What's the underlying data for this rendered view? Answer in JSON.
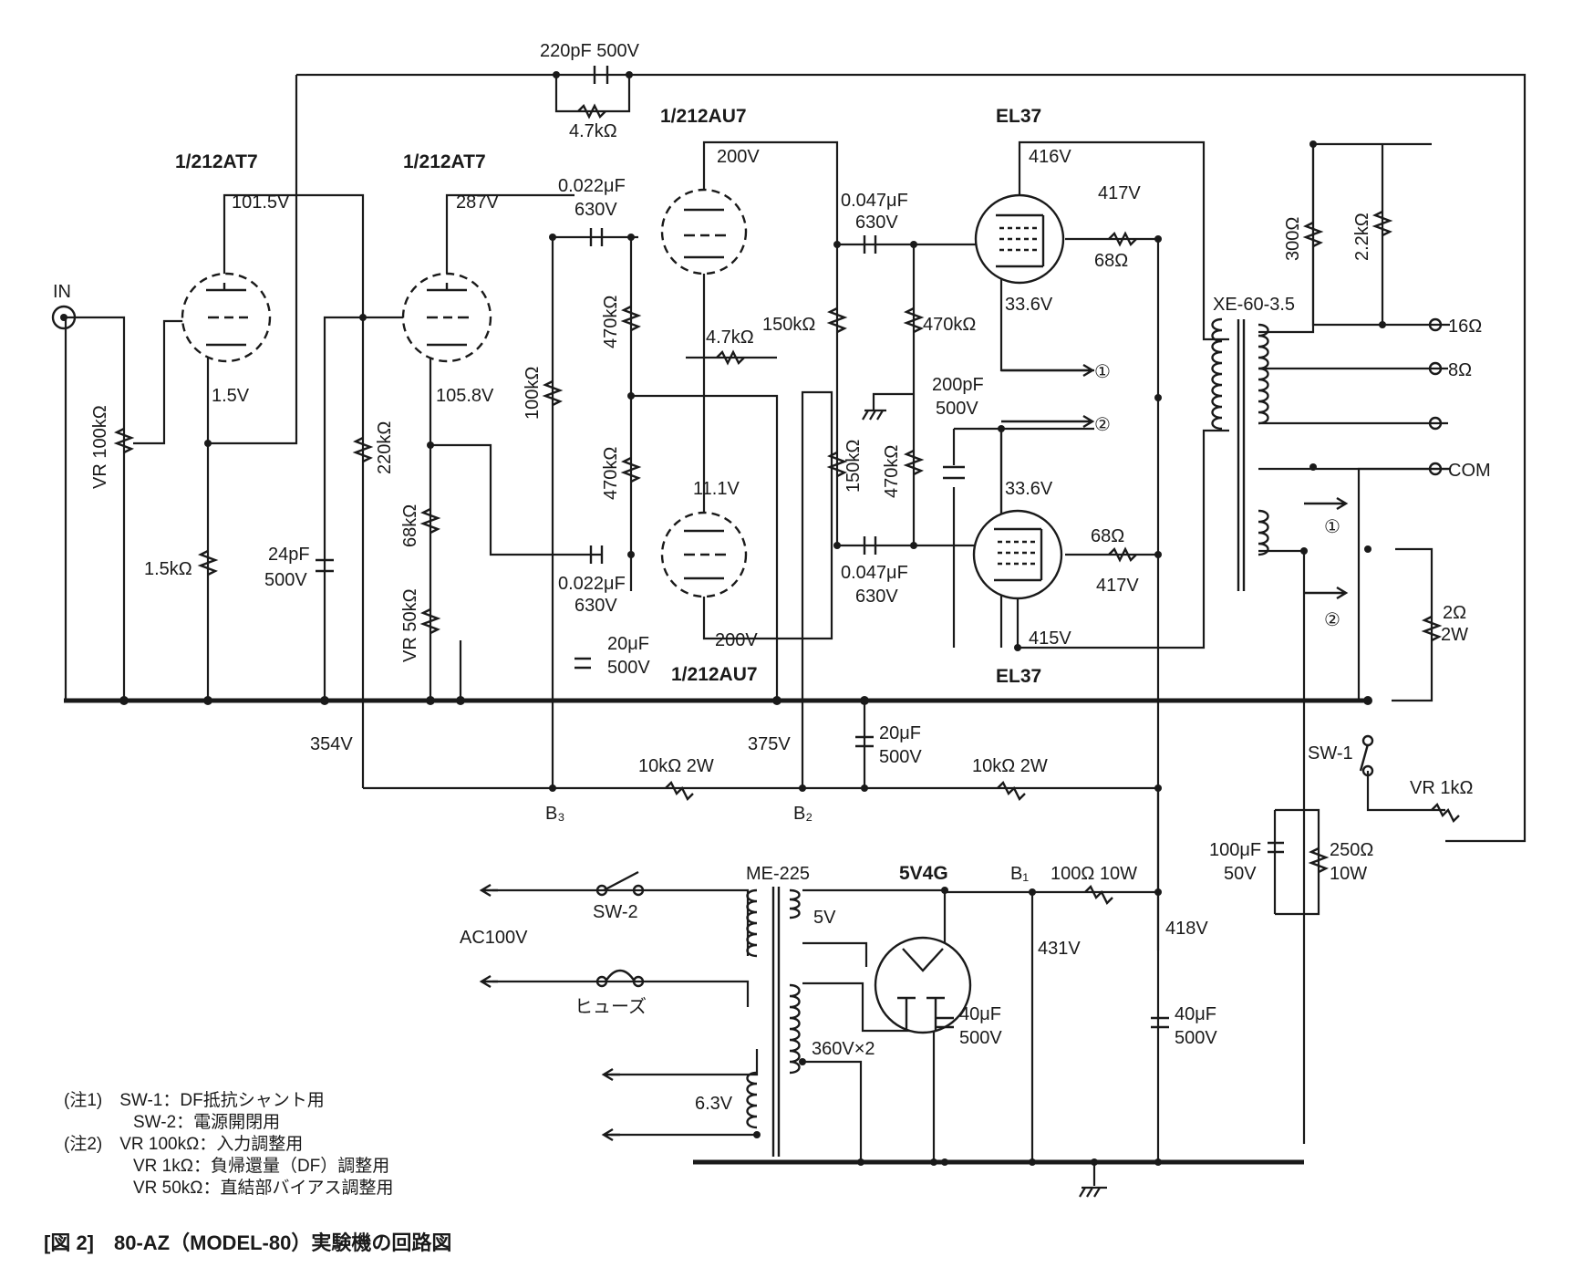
{
  "caption": "[図 2]　80-AZ（MODEL-80）実験機の回路図",
  "notes": [
    "(注1)　SW-1：DF抵抗シャント用",
    "SW-2：電源開閉用",
    "(注2)　VR 100kΩ：入力調整用",
    "VR 1kΩ：負帰還量（DF）調整用",
    "VR 50kΩ：直結部バイアス調整用"
  ],
  "tubes": {
    "v1": "1/212AT7",
    "v2": "1/212AT7",
    "v3": "1/212AU7",
    "v4": "1/212AU7",
    "v5": "EL37",
    "v6": "EL37",
    "rect": "5V4G"
  },
  "transformers": {
    "output": "XE-60-3.5",
    "power": "ME-225"
  },
  "voltages": {
    "v1_plate": "101.5V",
    "v1_cathode": "1.5V",
    "v2_plate": "287V",
    "v2_cathode": "105.8V",
    "v3_plate": "200V",
    "v4_cathode": "11.1V",
    "v4_plate": "200V",
    "v5_plate": "416V",
    "v5_cathode": "33.6V",
    "v5_screen": "417V",
    "v6_cathode": "33.6V",
    "v6_screen": "417V",
    "v6_plate": "415V",
    "b_354": "354V",
    "b_375": "375V",
    "b_431": "431V",
    "b_418": "418V",
    "pt_5v": "5V",
    "pt_hv": "360V×2",
    "pt_heater": "6.3V",
    "mains": "AC100V"
  },
  "components": {
    "fb_cap": "220pF 500V",
    "fb_res": "4.7kΩ",
    "c_c1a": "0.022μF",
    "c_c1b": "630V",
    "c_c2a": "0.022μF",
    "c_c2b": "630V",
    "c_c3a": "0.047μF",
    "c_c3b": "630V",
    "c_c4a": "0.047μF",
    "c_c4b": "630V",
    "vr_in": "VR 100kΩ",
    "r_1k5": "1.5kΩ",
    "r_220k": "220kΩ",
    "c_24p_a": "24pF",
    "c_24p_b": "500V",
    "r_68k": "68kΩ",
    "vr_50k": "VR 50kΩ",
    "r_100k": "100kΩ",
    "r_470k_1": "470kΩ",
    "r_470k_2": "470kΩ",
    "r_4k7": "4.7kΩ",
    "r_150k_1": "150kΩ",
    "r_150k_2": "150kΩ",
    "r_470k_3": "470kΩ",
    "r_470k_4": "470kΩ",
    "c_200p_a": "200pF",
    "c_200p_b": "500V",
    "r_68_1": "68Ω",
    "r_68_2": "68Ω",
    "c_20u_1a": "20μF",
    "c_20u_1b": "500V",
    "c_20u_2a": "20μF",
    "c_20u_2b": "500V",
    "r_10k_1": "10kΩ 2W",
    "r_10k_2": "10kΩ 2W",
    "r_100": "100Ω 10W",
    "c_40u_1a": "40μF",
    "c_40u_1b": "500V",
    "c_40u_2a": "40μF",
    "c_40u_2b": "500V",
    "r_300": "300Ω",
    "r_2k2": "2.2kΩ",
    "r_2_a": "2Ω",
    "r_2_b": "2W",
    "vr_1k": "VR 1kΩ",
    "c_100u_a": "100μF",
    "c_100u_b": "50V",
    "r_250a": "250Ω",
    "r_250b": "10W"
  },
  "labels": {
    "input": "IN",
    "tap16": "16Ω",
    "tap8": "8Ω",
    "com": "COM",
    "sw1": "SW-1",
    "sw2": "SW-2",
    "fuse": "ヒューズ",
    "b3": "B₃",
    "b2": "B₂",
    "b1": "B₁",
    "m1": "①",
    "m2": "②"
  }
}
